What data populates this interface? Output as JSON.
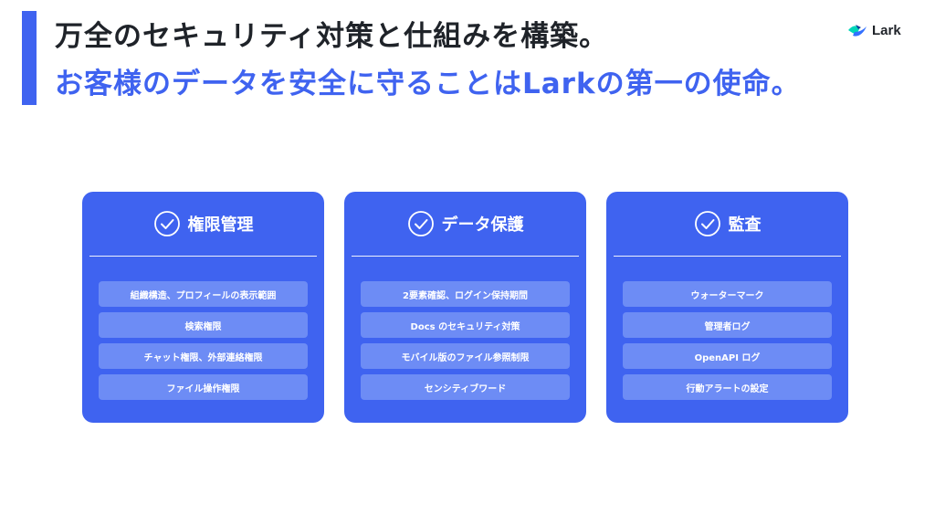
{
  "header": {
    "title_line1": "万全のセキュリティ対策と仕組みを構築。",
    "title_line2": "お客様のデータを安全に守ることはLarkの第一の使命。",
    "accent_color": "#3f63f0"
  },
  "logo": {
    "text": "Lark",
    "icon": "lark-logo-icon"
  },
  "cards": [
    {
      "title": "権限管理",
      "icon": "check-circle-icon",
      "items": [
        "組織構造、プロフィールの表示範囲",
        "検索権限",
        "チャット権限、外部連絡権限",
        "ファイル操作権限"
      ]
    },
    {
      "title": "データ保護",
      "icon": "check-circle-icon",
      "items": [
        "2要素確認、ログイン保持期間",
        "Docs のセキュリティ対策",
        "モバイル版のファイル参照制限",
        "センシティブワード"
      ]
    },
    {
      "title": "監査",
      "icon": "check-circle-icon",
      "items": [
        "ウォーターマーク",
        "管理者ログ",
        "OpenAPI ログ",
        "行動アラートの設定"
      ]
    }
  ]
}
